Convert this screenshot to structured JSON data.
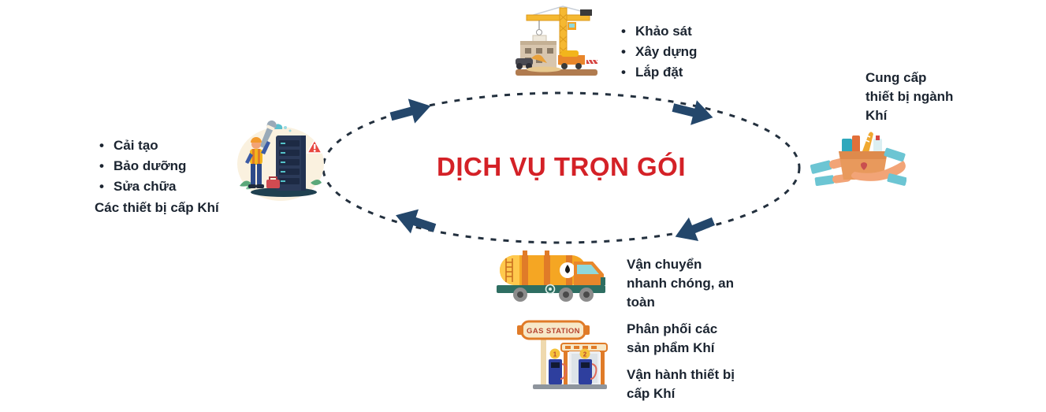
{
  "title": {
    "text": "DỊCH VỤ TRỌN GÓI",
    "color": "#D42127"
  },
  "colors": {
    "arrow": "#24476B",
    "ellipse": "#23303E",
    "text": "#1B2430"
  },
  "nodes": {
    "top": {
      "icon": "construction-site-icon",
      "items": [
        "Khảo sát",
        "Xây dựng",
        "Lắp đặt"
      ]
    },
    "right": {
      "icon": "hands-supply-box-icon",
      "lines": [
        "Cung cấp",
        "thiết bị ngành",
        "Khí"
      ]
    },
    "left": {
      "icon": "maintenance-worker-icon",
      "items": [
        "Cải tạo",
        "Bảo dưỡng",
        "Sửa chữa"
      ],
      "footer": "Các thiết bị cấp Khí"
    },
    "bottom": {
      "icons": [
        "tanker-truck-icon",
        "gas-station-icon"
      ],
      "gas_station_sign": "GAS STATION",
      "pump_numbers": [
        "1",
        "2"
      ],
      "paragraphs": [
        {
          "lines": [
            "Vận chuyển",
            "nhanh chóng, an",
            "toàn"
          ]
        },
        {
          "lines": [
            "Phân phối các",
            "sản phẩm Khí"
          ]
        },
        {
          "lines": [
            "Vận hành thiết bị",
            "cấp Khí"
          ]
        }
      ]
    }
  }
}
